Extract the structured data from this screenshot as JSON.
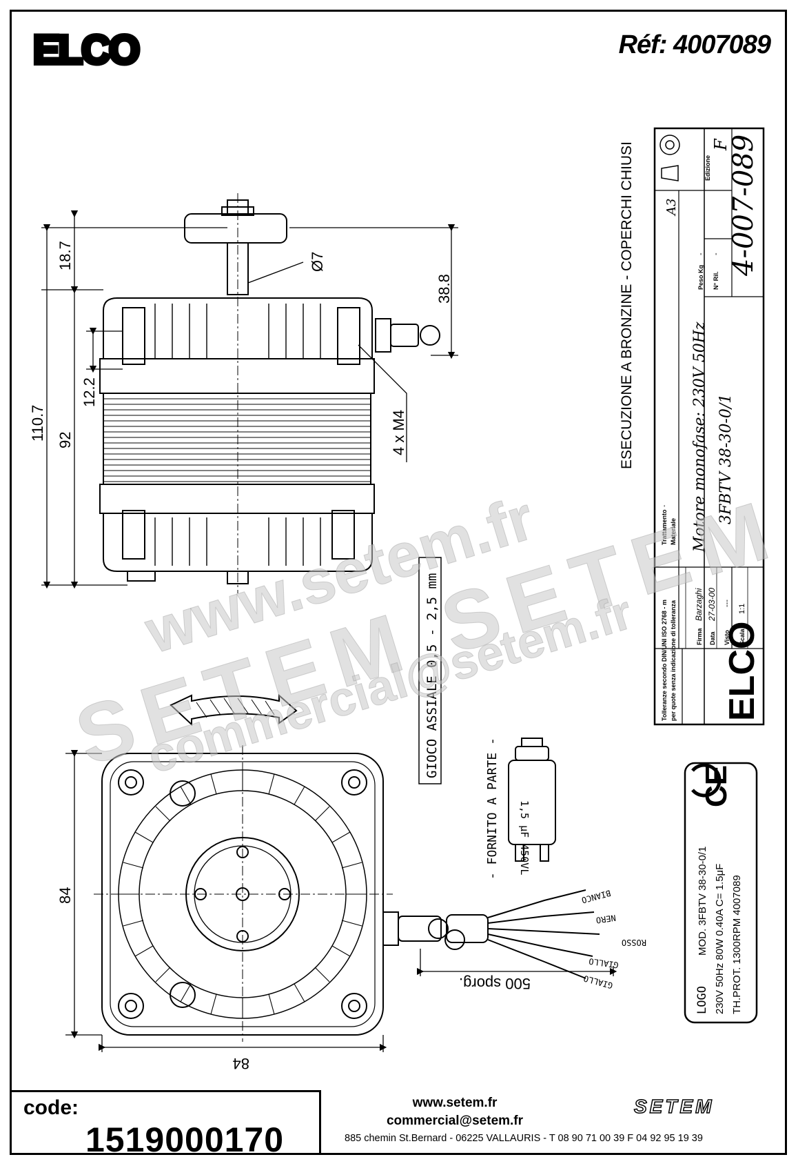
{
  "header": {
    "brand": "ELCO",
    "reference": "Réf: 4007089"
  },
  "drawing": {
    "dims": {
      "d18_7": "18.7",
      "d110_7": "110.7",
      "d92": "92",
      "d12_2": "12.2",
      "d38_8": "38.8",
      "d_shaft": "Ø7",
      "d_screws": "4 x M4",
      "d84_side": "84",
      "d84_bottom": "84",
      "d500": "500 sporg."
    },
    "notes": {
      "bushing": "ESECUZIONE A BRONZINE  -  COPERCHI CHIUSI",
      "axial_play": "GIOCO ASSIALE  0,5 - 2,5 mm",
      "supplied_separately": "- FORNITO A PARTE -",
      "capacitor": "1,5 μF  450VL"
    },
    "wires": [
      "BIANCO",
      "NERO",
      "ROSSO",
      "GIALLO",
      "GIALLO"
    ]
  },
  "title_block": {
    "format": "A3",
    "edition_label": "Edizione",
    "edition": "F",
    "drawing_number": "4-007-089",
    "weight_label": "Peso Kg",
    "weight": "-",
    "ril_label": "N° Ril.",
    "ril": "-",
    "description_line1": "Motore monofase: 230V  50Hz",
    "description_line2": "3FBTV 38-30-0/1",
    "tolerance_note1": "Tolleranze secondo DIN/UNI ISO 2768 - m",
    "tolerance_note2": "per quote senza indicazione di tolleranza",
    "treatment_label": "Trattamento",
    "treatment": "-",
    "material_label": "Materiale",
    "signature_label": "Firma",
    "signature": "Barzaghi",
    "date_label": "Data",
    "date": "27-03-00",
    "visto_label": "Visto",
    "visto": "---",
    "scale_label": "Scala",
    "scale": "1:1"
  },
  "nameplate": {
    "ce_mark": "CE",
    "logo": "LOGO",
    "line1": "MOD. 3FBTV 38-30-0/1",
    "line2": "230V  50Hz  80W  0.40A  C= 1.5μF",
    "line3": "TH.PROT.  1300RPM      4007089"
  },
  "footer": {
    "code_label": "code:",
    "code_value": "1519000170",
    "website": "www.setem.fr",
    "email": "commercial@setem.fr",
    "address": "885 chemin St.Bernard  -  06225 VALLAURIS  -  T 08 90 71 00 39   F 04 92 95 19 39",
    "brand": "SETEM"
  },
  "watermarks": [
    "www.setem.fr",
    "SETEM SETEM",
    "commercial@setem.fr"
  ]
}
